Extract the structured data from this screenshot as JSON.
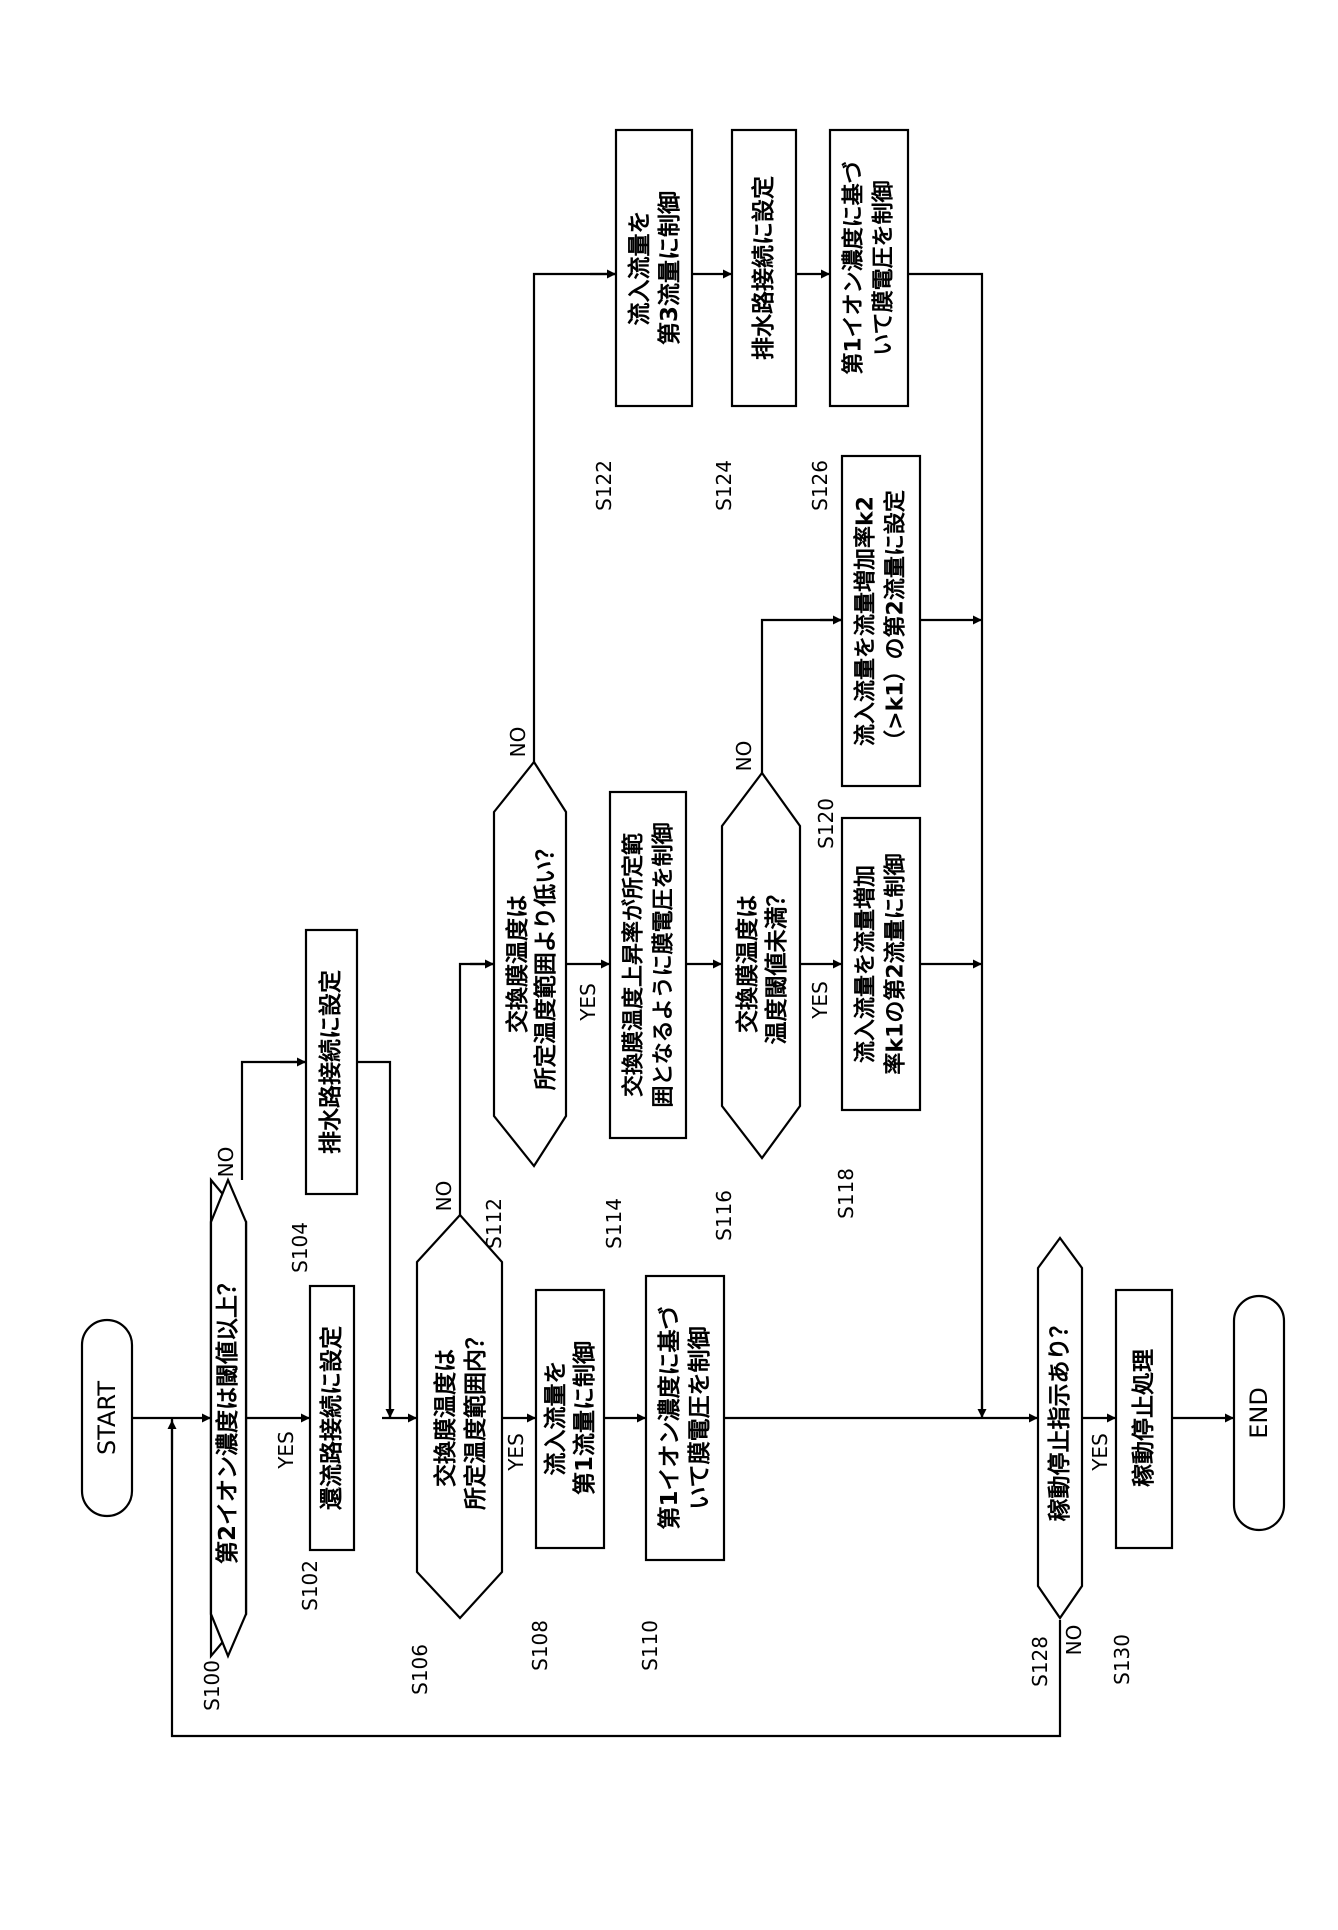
{
  "terminals": {
    "start": "START",
    "end": "END"
  },
  "steps": {
    "S100": {
      "id": "S100",
      "text": [
        "第2イオン濃度は閾値以上？"
      ]
    },
    "S102": {
      "id": "S102",
      "text": [
        "還流路接続に設定"
      ]
    },
    "S104": {
      "id": "S104",
      "text": [
        "排水路接続に設定"
      ]
    },
    "S106": {
      "id": "S106",
      "text": [
        "交換膜温度は",
        "所定温度範囲内？"
      ]
    },
    "S108": {
      "id": "S108",
      "text": [
        "流入流量を",
        "第1流量に制御"
      ]
    },
    "S110": {
      "id": "S110",
      "text": [
        "第1イオン濃度に基づ",
        "いて膜電圧を制御"
      ]
    },
    "S112": {
      "id": "S112",
      "text": [
        "交換膜温度は",
        "所定温度範囲より低い？"
      ]
    },
    "S114": {
      "id": "S114",
      "text": [
        "交換膜温度上昇率が所定範",
        "囲となるように膜電圧を制御"
      ]
    },
    "S116": {
      "id": "S116",
      "text": [
        "交換膜温度は",
        "温度閾値未満？"
      ]
    },
    "S118": {
      "id": "S118",
      "text": [
        "流入流量を流量増加",
        "率k1の第2流量に制御"
      ]
    },
    "S120": {
      "id": "S120",
      "text": [
        "流入流量を流量増加率k2",
        "（>k1）の第2流量に設定"
      ]
    },
    "S122": {
      "id": "S122",
      "text": [
        "流入流量を",
        "第3流量に制御"
      ]
    },
    "S124": {
      "id": "S124",
      "text": [
        "排水路接続に設定"
      ]
    },
    "S126": {
      "id": "S126",
      "text": [
        "第1イオン濃度に基づ",
        "いて膜電圧を制御"
      ]
    },
    "S128": {
      "id": "S128",
      "text": [
        "稼動停止指示あり？"
      ]
    },
    "S130": {
      "id": "S130",
      "text": [
        "稼動停止処理"
      ]
    }
  },
  "branch_labels": {
    "yes": "YES",
    "no": "NO"
  }
}
